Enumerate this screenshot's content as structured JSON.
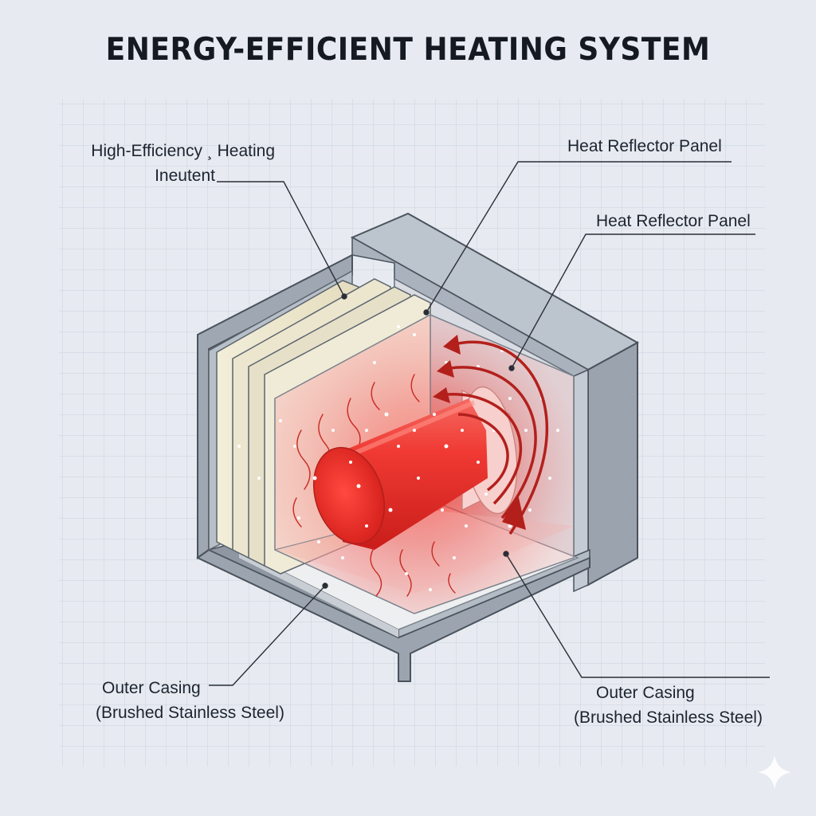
{
  "title": "ENERGY-EFFICIENT HEATING SYSTEM",
  "labels": {
    "heating_element": {
      "line1": "High-Efficiency ¸ Heating",
      "line2": "Ineutent"
    },
    "reflector_top": "Heat Reflector Panel",
    "reflector_right": "Heat Reflector Panel",
    "casing_left": {
      "line1": "Outer Casing",
      "line2": "(Brushed Stainless Steel)"
    },
    "casing_right": {
      "line1": "Outer Casing",
      "line2": "(Brushed Stainless Steel)"
    }
  },
  "colors": {
    "background": "#e7ebf1",
    "grid": "#c9d2df",
    "casing": "#a7b0bb",
    "insulation": "#efe9d3",
    "heat": "#e8322d"
  }
}
